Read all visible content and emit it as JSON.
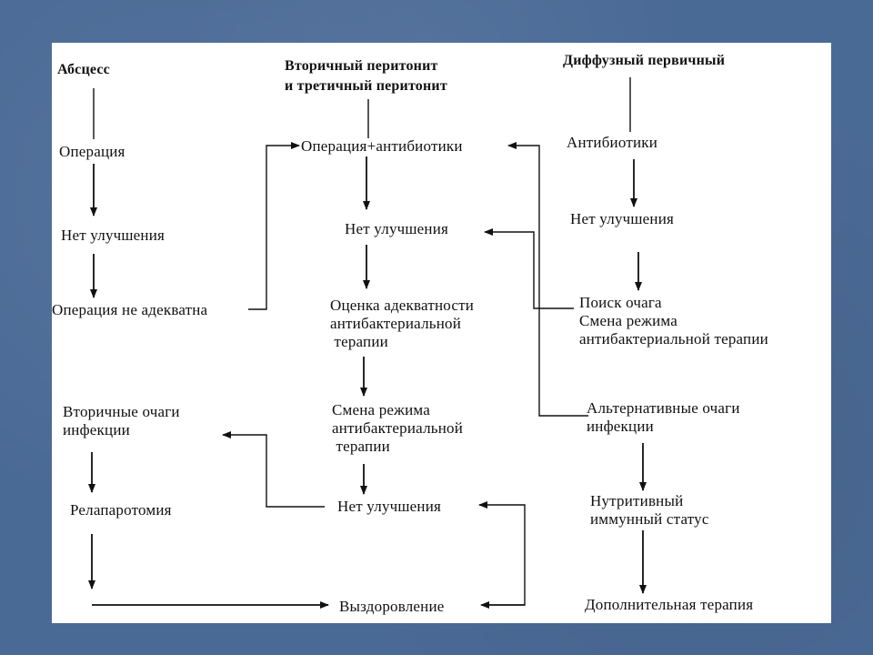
{
  "columns": {
    "abscess": {
      "header": "Абсцесс",
      "steps": [
        "Операция",
        "Нет улучшения",
        "Операция не адекватна"
      ]
    },
    "secondary": {
      "header_line1": "Вторичный перитонит",
      "header_line2": "и третичный перитонит",
      "steps": [
        "Операция+антибиотики",
        "Нет улучшения",
        "Оценка адекватности\nантибактериальной\n терапии",
        "Смена режима\nантибактериальной\n терапии",
        "Нет улучшения",
        "Выздоровление"
      ]
    },
    "diffuse": {
      "header": "Диффузный первичный",
      "steps": [
        "Антибиотики",
        "Нет улучшения",
        "Поиск очага\nСмена режима\nантибактериальной терапии",
        "Альтернативные очаги\nинфекции",
        "Нутритивный\nиммунный статус",
        "Дополнительная терапия"
      ]
    }
  },
  "side": {
    "secondary_foci": "Вторичные очаги\nинфекции",
    "relaparotomy": "Релапаротомия"
  }
}
